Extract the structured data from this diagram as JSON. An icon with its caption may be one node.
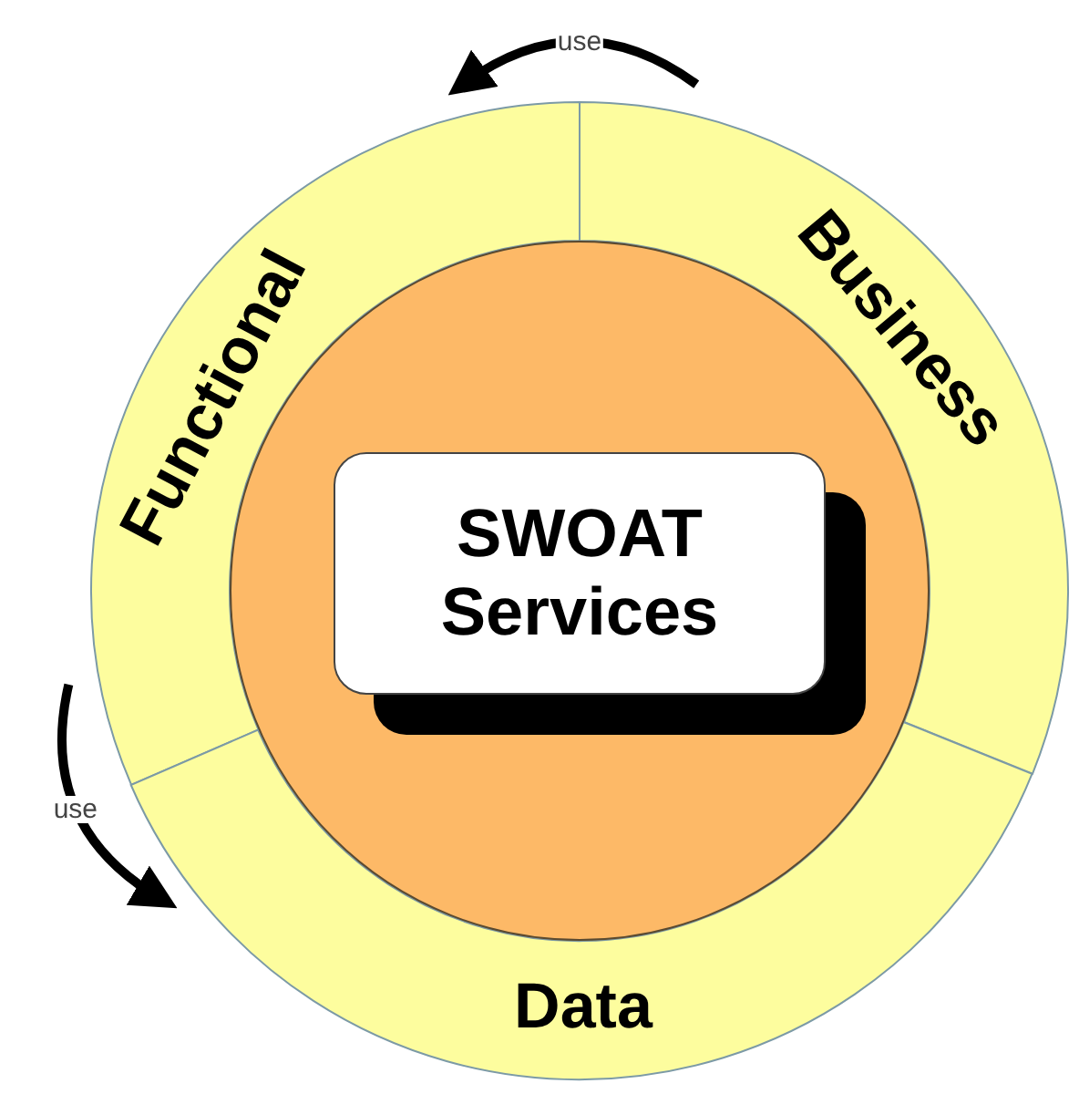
{
  "diagram": {
    "nodes": [
      {
        "text": [
          "Functional"
        ]
      },
      {
        "text": [
          "Business"
        ]
      },
      {
        "text": [
          "Data"
        ]
      },
      {
        "text": [],
        "shape": "circle"
      },
      {
        "text": [
          "SWOAT Services"
        ],
        "in": 3
      }
    ],
    "edges": [
      {
        "from": 1,
        "to": 0,
        "arrow": "to",
        "label": "use"
      },
      {
        "from": 0,
        "to": 2,
        "arrow": "to",
        "label": "use"
      }
    ]
  }
}
